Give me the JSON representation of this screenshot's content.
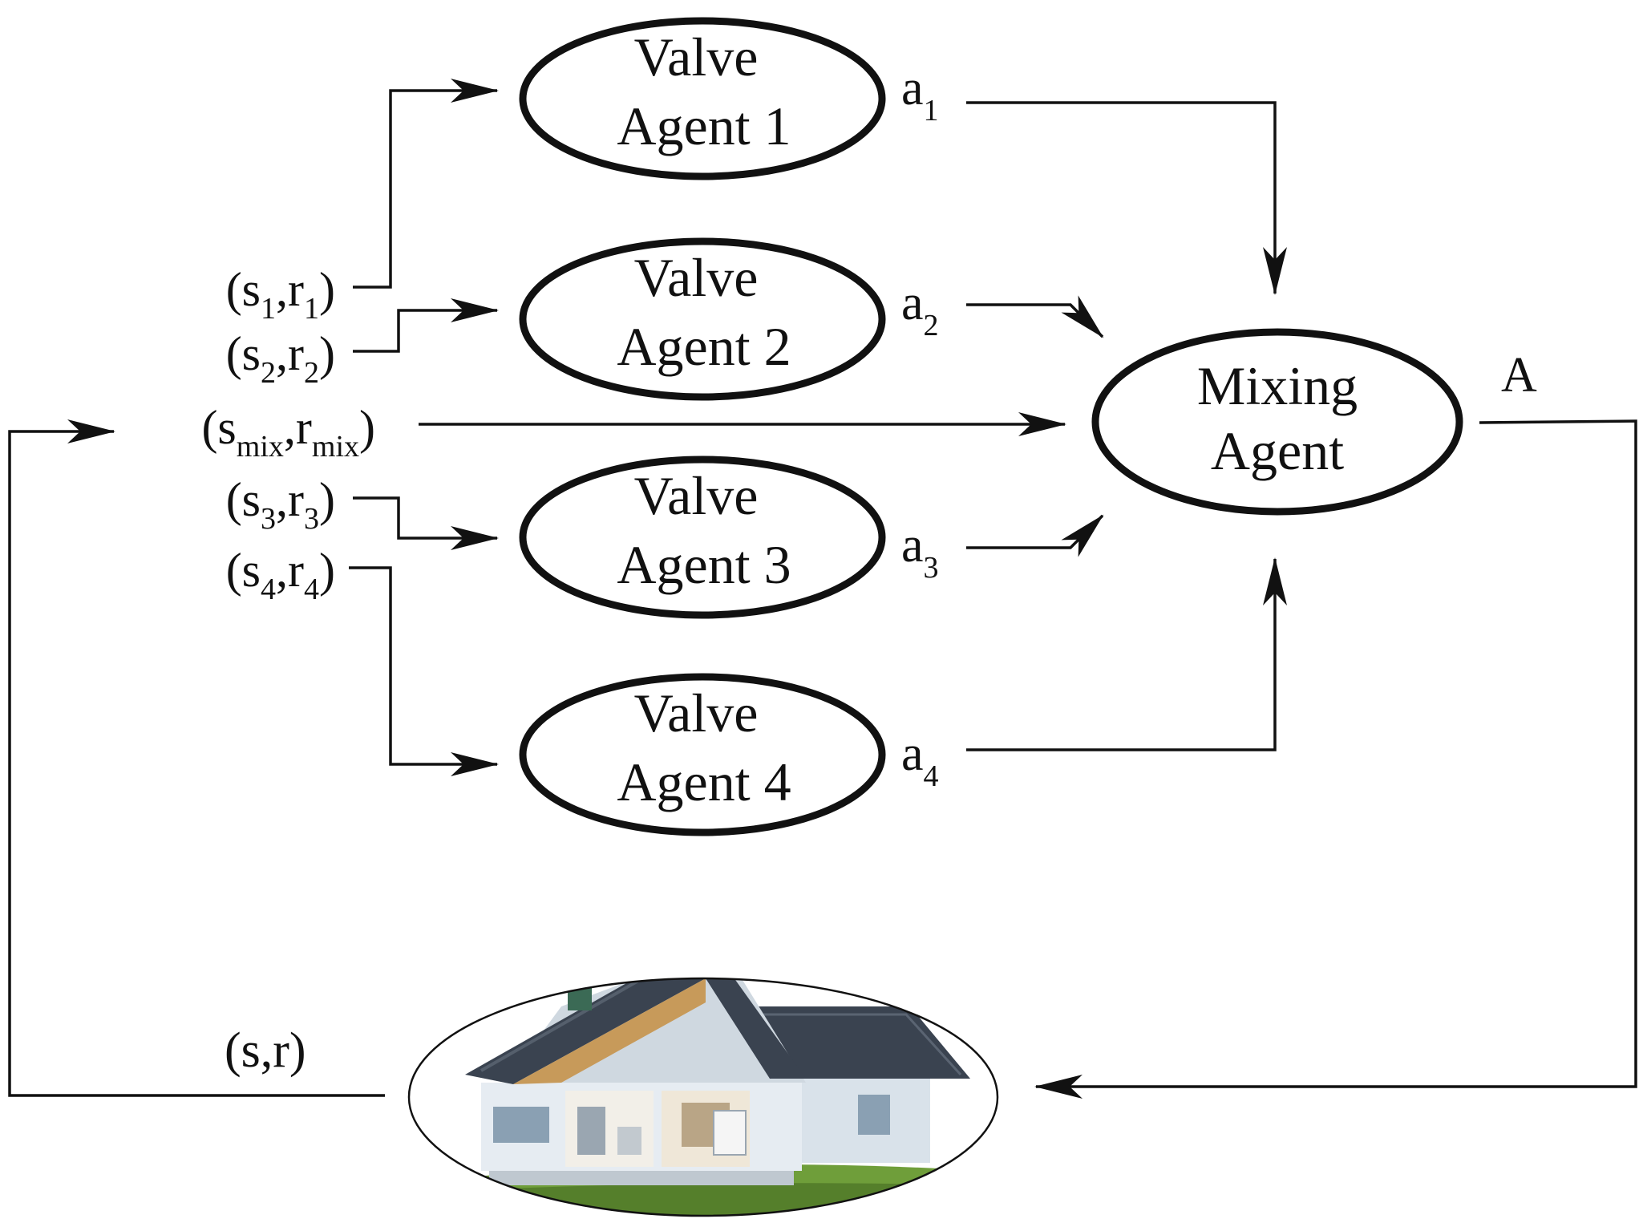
{
  "colors": {
    "ink": "#111111",
    "background": "#ffffff",
    "roof": "#3a4350",
    "walls": "#e6ecf2",
    "grass": "#6f9e3a"
  },
  "nodes": {
    "valve1": {
      "line1": "Valve",
      "line2": "Agent 1"
    },
    "valve2": {
      "line1": "Valve",
      "line2": "Agent 2"
    },
    "valve3": {
      "line1": "Valve",
      "line2": "Agent 3"
    },
    "valve4": {
      "line1": "Valve",
      "line2": "Agent 4"
    },
    "mixing": {
      "line1": "Mixing",
      "line2": "Agent"
    }
  },
  "inputs": {
    "sr1": {
      "open": "(s",
      "s_sub": "1",
      "comma": ",r",
      "r_sub": "1",
      "close": ")"
    },
    "sr2": {
      "open": "(s",
      "s_sub": "2",
      "comma": ",r",
      "r_sub": "2",
      "close": ")"
    },
    "srmix": {
      "open": "(s",
      "s_sub": "mix",
      "comma": ",r",
      "r_sub": "mix",
      "close": ")"
    },
    "sr3": {
      "open": "(s",
      "s_sub": "3",
      "comma": ",r",
      "r_sub": "3",
      "close": ")"
    },
    "sr4": {
      "open": "(s",
      "s_sub": "4",
      "comma": ",r",
      "r_sub": "4",
      "close": ")"
    }
  },
  "actions": {
    "a1": {
      "base": "a",
      "sub": "1"
    },
    "a2": {
      "base": "a",
      "sub": "2"
    },
    "a3": {
      "base": "a",
      "sub": "3"
    },
    "a4": {
      "base": "a",
      "sub": "4"
    }
  },
  "joint_action": "A",
  "feedback": "(s,r)",
  "environment_icon": "house-illustration"
}
